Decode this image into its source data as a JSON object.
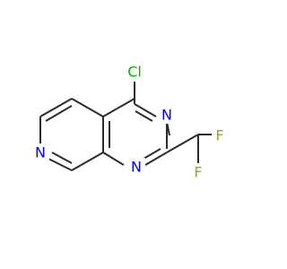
{
  "molecule": {
    "colors": {
      "bond": "#2b2b2b",
      "nitrogen": "#0000ff",
      "chlorine": "#00b400",
      "fluorine": "#91a538"
    },
    "atoms": {
      "chlorine": "Cl",
      "n3": "N",
      "n1": "N",
      "n_pyridine": "N",
      "f_upper": "F",
      "f_lower": "F"
    }
  }
}
